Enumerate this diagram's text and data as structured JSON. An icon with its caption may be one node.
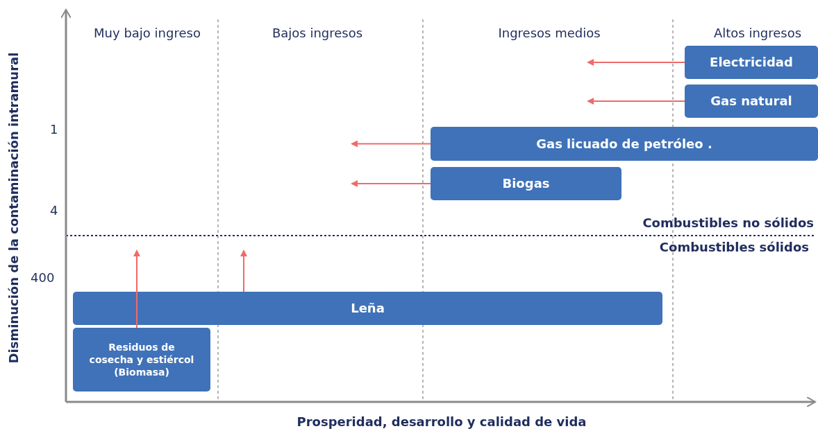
{
  "diagram": {
    "nodes": [
      {
        "text": [
          "Electricidad"
        ]
      },
      {
        "text": [
          "Gas natural"
        ]
      },
      {
        "text": [
          "Gas licuado de petróleo ."
        ]
      },
      {
        "text": [
          "Biogas"
        ]
      },
      {
        "text": [
          "Leña"
        ]
      },
      {
        "text": [
          "Residuos de cosecha y estiércol (Biomasa)"
        ]
      }
    ],
    "edges": [
      {
        "from": 0,
        "to": null,
        "arrow": "to"
      },
      {
        "from": 1,
        "to": null,
        "arrow": "to"
      },
      {
        "from": 2,
        "to": null,
        "arrow": "to"
      },
      {
        "from": 3,
        "to": null,
        "arrow": "to"
      },
      {
        "from": 5,
        "to": null,
        "arrow": "to"
      },
      {
        "from": 4,
        "to": null,
        "arrow": "to"
      }
    ],
    "labels": [
      "Muy bajo ingreso",
      "Bajos ingresos",
      "Ingresos medios",
      "Altos ingresos",
      "1",
      "4",
      "Combustibles no sólidos",
      "Combustibles sólidos",
      "400",
      "Disminución de la contaminación intramural",
      "Prosperidad, desarrollo y calidad de vida"
    ]
  }
}
